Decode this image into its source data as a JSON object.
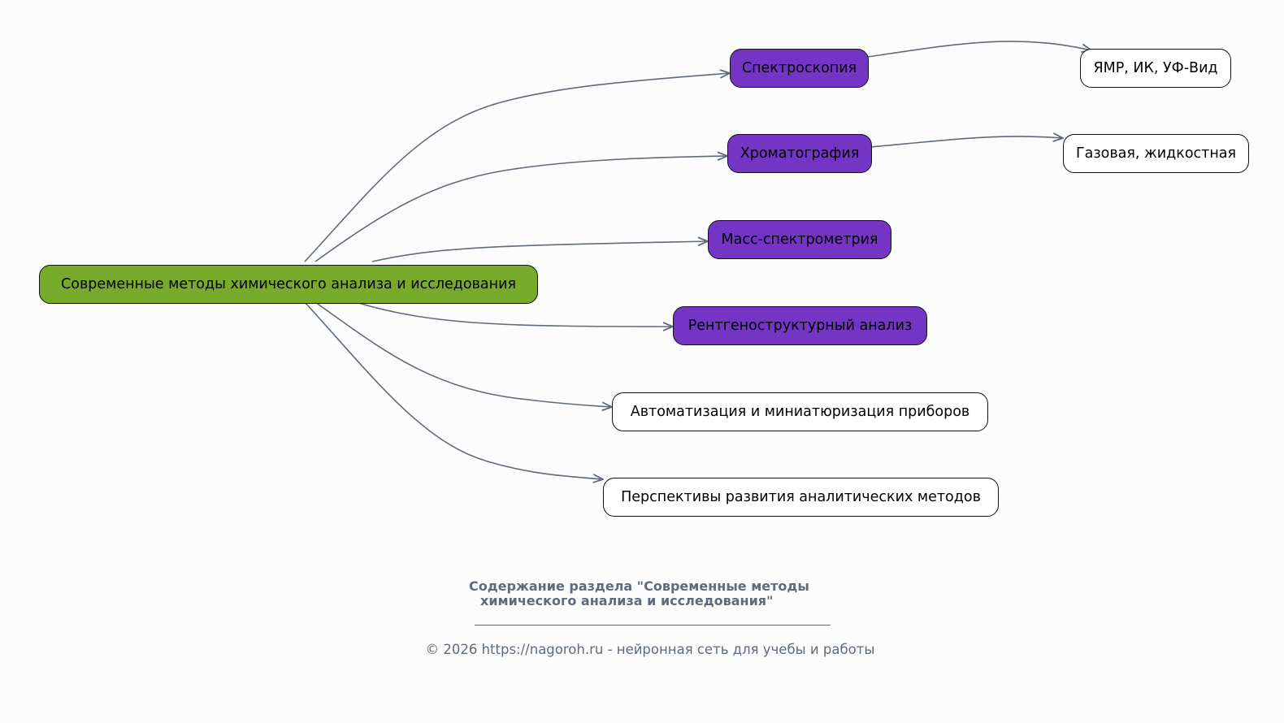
{
  "nodes": {
    "root": "Современные методы химического анализа и исследования",
    "spectroscopy": "Спектроскопия",
    "chromatography": "Хроматография",
    "mass_spec": "Масс-спектрометрия",
    "xray": "Рентгеноструктурный анализ",
    "automation": "Автоматизация и миниатюризация приборов",
    "perspectives": "Перспективы развития аналитических методов",
    "spectroscopy_child": "ЯМР, ИК, УФ-Вид",
    "chromatography_child": "Газовая, жидкостная"
  },
  "edges": [
    {
      "from": "root",
      "to": "spectroscopy"
    },
    {
      "from": "root",
      "to": "chromatography"
    },
    {
      "from": "root",
      "to": "mass_spec"
    },
    {
      "from": "root",
      "to": "xray"
    },
    {
      "from": "root",
      "to": "automation"
    },
    {
      "from": "root",
      "to": "perspectives"
    },
    {
      "from": "spectroscopy",
      "to": "spectroscopy_child"
    },
    {
      "from": "chromatography",
      "to": "chromatography_child"
    }
  ],
  "caption": {
    "line1": "Содержание раздела \"Современные методы",
    "line2": "химического анализа и исследования\""
  },
  "copyright": "© 2026 https://nagoroh.ru - нейронная сеть для учебы и работы",
  "colors": {
    "root_fill": "#78aa2c",
    "category_fill": "#7435c5",
    "leaf_fill": "#ffffff",
    "edge": "#5f6b7a",
    "background": "#fcfcfc"
  }
}
